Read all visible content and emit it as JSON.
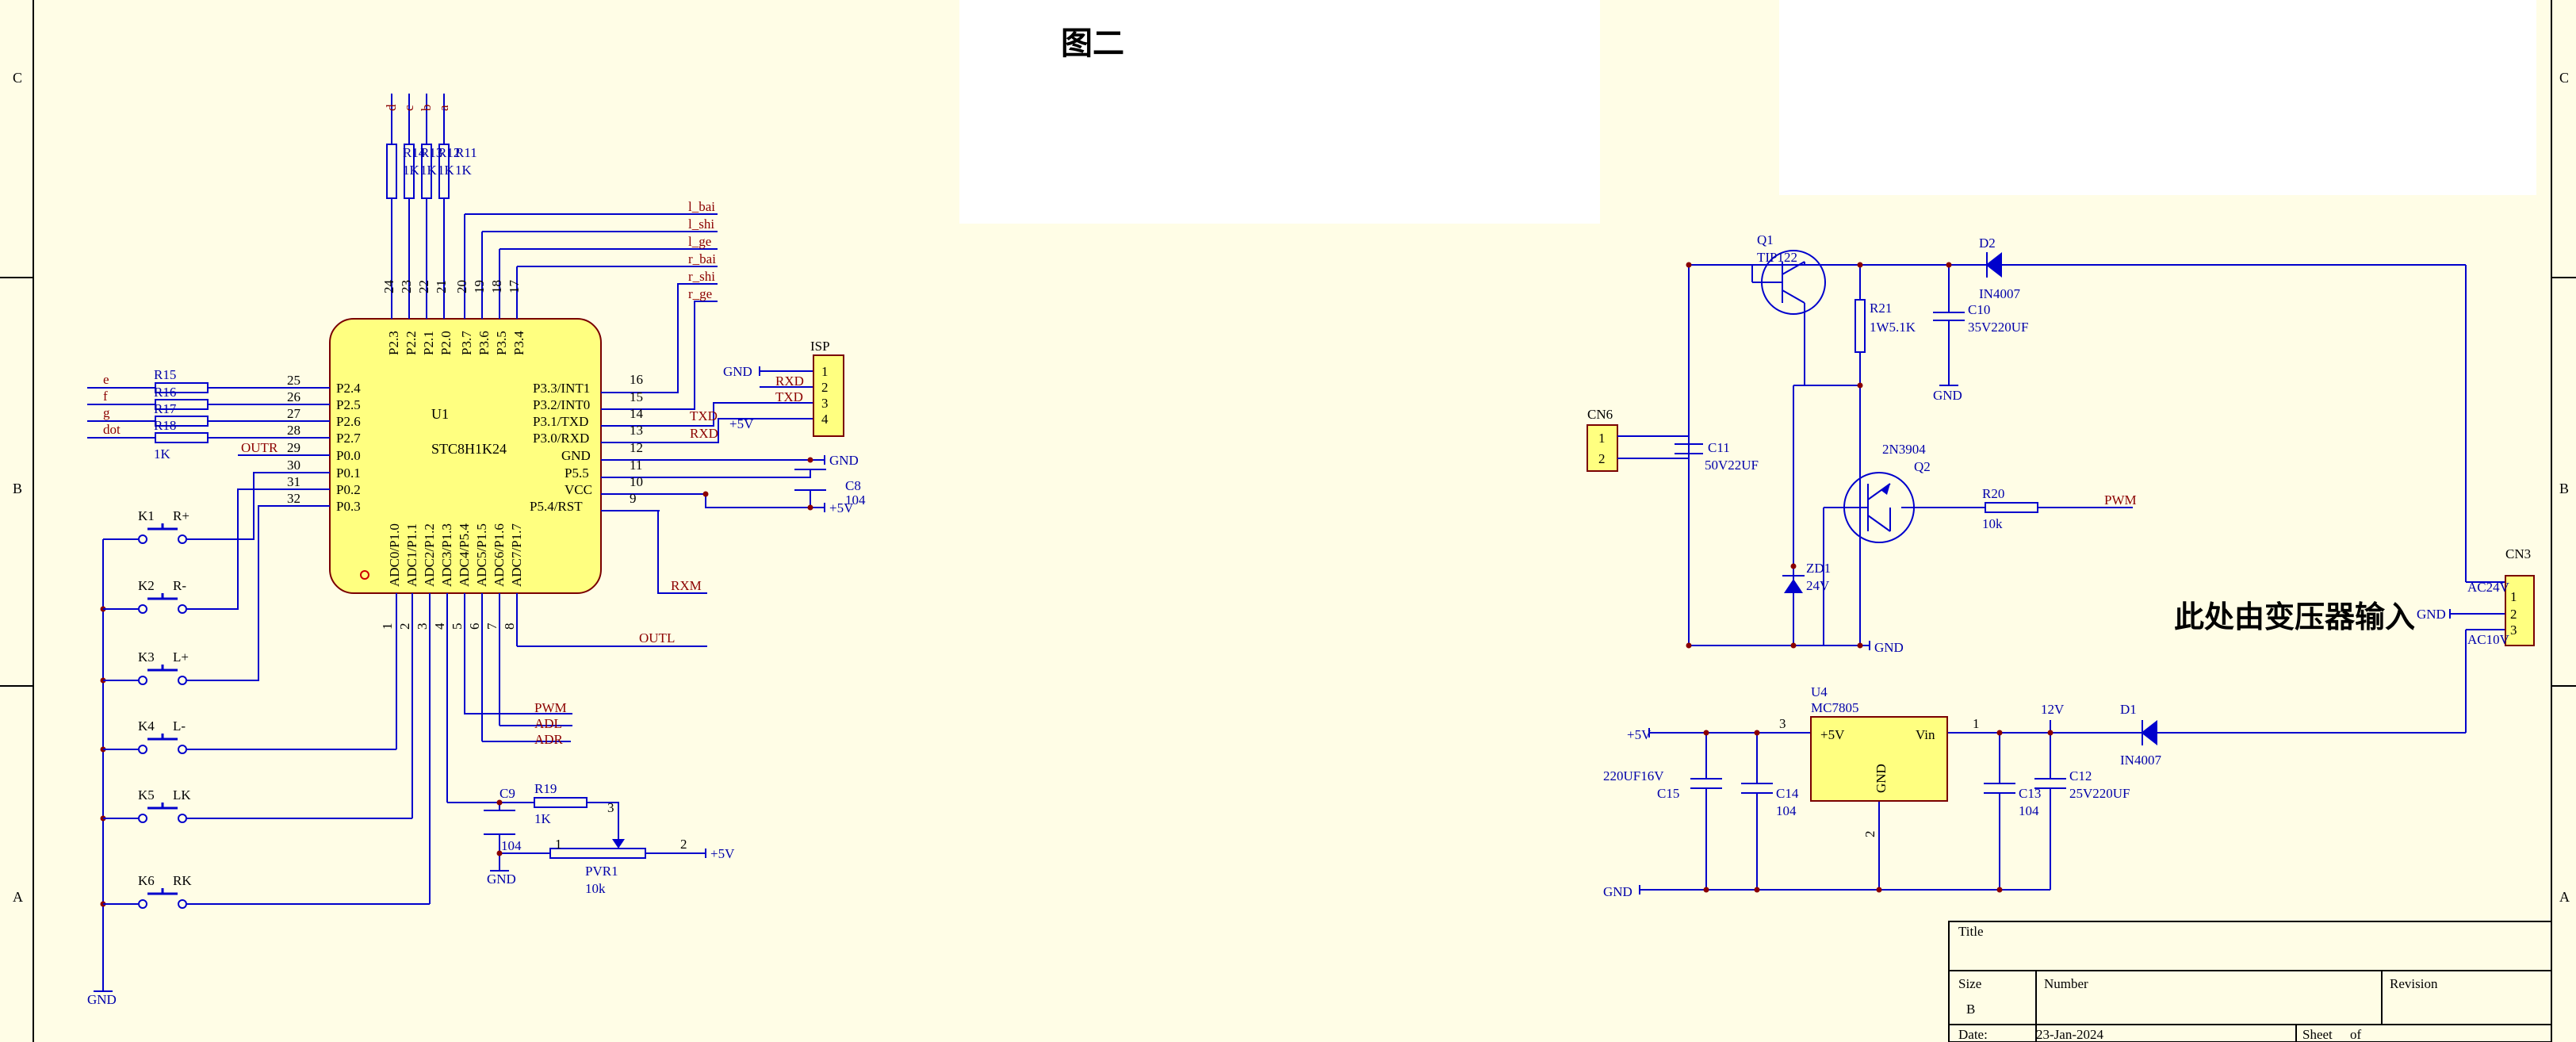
{
  "figure_title": "图二",
  "note_text": "此处由变压器输入",
  "border": {
    "left_letters": [
      "C",
      "B",
      "A"
    ],
    "right_letters": [
      "C",
      "B",
      "A"
    ]
  },
  "mcu": {
    "designator": "U1",
    "part": "STC8H1K24",
    "left_pins": [
      {
        "num": "25",
        "name": "P2.4"
      },
      {
        "num": "26",
        "name": "P2.5"
      },
      {
        "num": "27",
        "name": "P2.6"
      },
      {
        "num": "28",
        "name": "P2.7"
      },
      {
        "num": "29",
        "name": "P0.0"
      },
      {
        "num": "30",
        "name": "P0.1"
      },
      {
        "num": "31",
        "name": "P0.2"
      },
      {
        "num": "32",
        "name": "P0.3"
      }
    ],
    "right_pins": [
      {
        "num": "16",
        "name": "P3.3/INT1"
      },
      {
        "num": "15",
        "name": "P3.2/INT0"
      },
      {
        "num": "14",
        "name": "P3.1/TXD"
      },
      {
        "num": "13",
        "name": "P3.0/RXD"
      },
      {
        "num": "12",
        "name": "GND"
      },
      {
        "num": "11",
        "name": "P5.5"
      },
      {
        "num": "10",
        "name": "VCC"
      },
      {
        "num": "9",
        "name": "P5.4/RST"
      }
    ],
    "top_pins": [
      {
        "num": "24",
        "name": "P2.3"
      },
      {
        "num": "23",
        "name": "P2.2"
      },
      {
        "num": "22",
        "name": "P2.1"
      },
      {
        "num": "21",
        "name": "P2.0"
      },
      {
        "num": "20",
        "name": "P3.7"
      },
      {
        "num": "19",
        "name": "P3.6"
      },
      {
        "num": "18",
        "name": "P3.5"
      },
      {
        "num": "17",
        "name": "P3.4"
      }
    ],
    "bottom_pins": [
      {
        "num": "1",
        "name": "ADC0/P1.0"
      },
      {
        "num": "2",
        "name": "ADC1/P1.1"
      },
      {
        "num": "3",
        "name": "ADC2/P1.2"
      },
      {
        "num": "4",
        "name": "ADC3/P1.3"
      },
      {
        "num": "5",
        "name": "ADC4/P5.4"
      },
      {
        "num": "6",
        "name": "ADC5/P1.5"
      },
      {
        "num": "7",
        "name": "ADC6/P1.6"
      },
      {
        "num": "8",
        "name": "ADC7/P1.7"
      }
    ]
  },
  "top_resistors": {
    "nets": [
      "d",
      "c",
      "b",
      "a"
    ],
    "labels": [
      "R14",
      "R13",
      "R12",
      "R11"
    ],
    "values": [
      "1K",
      "1K",
      "1K",
      "1K"
    ]
  },
  "right_nets": [
    "l_bai",
    "l_shi",
    "l_ge",
    "r_bai",
    "r_shi",
    "r_ge"
  ],
  "left_resistors": {
    "nets": [
      "e",
      "f",
      "g",
      "dot"
    ],
    "labels": [
      "R15",
      "R16",
      "R17",
      "R18"
    ],
    "value": "1K"
  },
  "outr_label": "OUTR",
  "buttons": [
    {
      "ref": "K1",
      "name": "R+"
    },
    {
      "ref": "K2",
      "name": "R-"
    },
    {
      "ref": "K3",
      "name": "L+"
    },
    {
      "ref": "K4",
      "name": "L-"
    },
    {
      "ref": "K5",
      "name": "LK"
    },
    {
      "ref": "K6",
      "name": "RK"
    }
  ],
  "isp": {
    "ref": "ISP",
    "pins": [
      "1",
      "2",
      "3",
      "4"
    ],
    "nets": [
      "GND",
      "RXD",
      "TXD",
      "+5V"
    ],
    "gnd": "GND",
    "plus5": "+5V"
  },
  "txd_label": "TXD",
  "rxd_label": "RXD",
  "rxm_label": "RXM",
  "outl_label": "OUTL",
  "gnd_right": "GND",
  "c8": {
    "ref": "C8",
    "value": "104",
    "plus5": "+5V"
  },
  "adc_nets": [
    "PWM",
    "ADL",
    "ADR"
  ],
  "c9": {
    "ref": "C9",
    "value": "104",
    "gnd": "GND"
  },
  "r19": {
    "ref": "R19",
    "value": "1K"
  },
  "pvr1": {
    "ref": "PVR1",
    "value": "10k",
    "pin1": "1",
    "pin2": "2",
    "pin3": "3",
    "plus5": "+5V"
  },
  "gnd_bottom": "GND",
  "power": {
    "q1_ref": "Q1",
    "q1_part": "TIP122",
    "d2_ref": "D2",
    "d2_part": "IN4007",
    "r21_ref": "R21",
    "r21_value": "1W5.1K",
    "c10_ref": "C10",
    "c10_value": "35V220UF",
    "c10_gnd": "GND",
    "cn6_ref": "CN6",
    "cn6_pins": [
      "1",
      "2"
    ],
    "c11_ref": "C11",
    "c11_value": "50V22UF",
    "q2_part": "2N3904",
    "q2_ref": "Q2",
    "r20_ref": "R20",
    "r20_value": "10k",
    "pwm": "PWM",
    "zd1_ref": "ZD1",
    "zd1_value": "24V",
    "gnd": "GND",
    "cn3_ref": "CN3",
    "cn3_pins": [
      "1",
      "2",
      "3"
    ],
    "ac24": "AC24V",
    "ac10": "AC10V",
    "cn3_gnd": "GND"
  },
  "regulator": {
    "u4_ref": "U4",
    "u4_part": "MC7805",
    "plus5_pin": "+5V",
    "vin_pin": "Vin",
    "gnd_pin": "GND",
    "pin3": "3",
    "pin1": "1",
    "pin2": "2",
    "plus5": "+5V",
    "v12": "12V",
    "d1_ref": "D1",
    "d1_part": "IN4007",
    "c15_value": "220UF16V",
    "c15_ref": "C15",
    "c14_ref": "C14",
    "c14_value": "104",
    "c13_ref": "C13",
    "c13_value": "104",
    "c12_ref": "C12",
    "c12_value": "25V220UF",
    "gnd": "GND"
  },
  "title_block": {
    "title_label": "Title",
    "size_label": "Size",
    "size_value": "B",
    "number_label": "Number",
    "revision_label": "Revision",
    "date_label": "Date:",
    "date_value": "23-Jan-2024",
    "sheet_label": "Sheet",
    "of_label": "of"
  }
}
